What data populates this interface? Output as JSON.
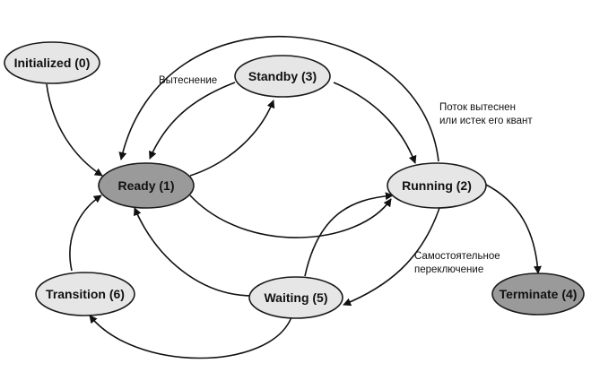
{
  "nodes": {
    "initialized": "Initialized (0)",
    "ready": "Ready (1)",
    "standby": "Standby (3)",
    "running": "Running (2)",
    "terminate": "Terminate (4)",
    "waiting": "Waiting (5)",
    "transition": "Transition (6)"
  },
  "annotations": {
    "preemption": "Вытеснение",
    "preempted_line1": "Поток вытеснен",
    "preempted_line2": "или истек его квант",
    "voluntary_line1": "Самостоятельное",
    "voluntary_line2": "переключение"
  },
  "colors": {
    "light_node": "#e6e6e6",
    "dark_node": "#9a9a9a"
  }
}
